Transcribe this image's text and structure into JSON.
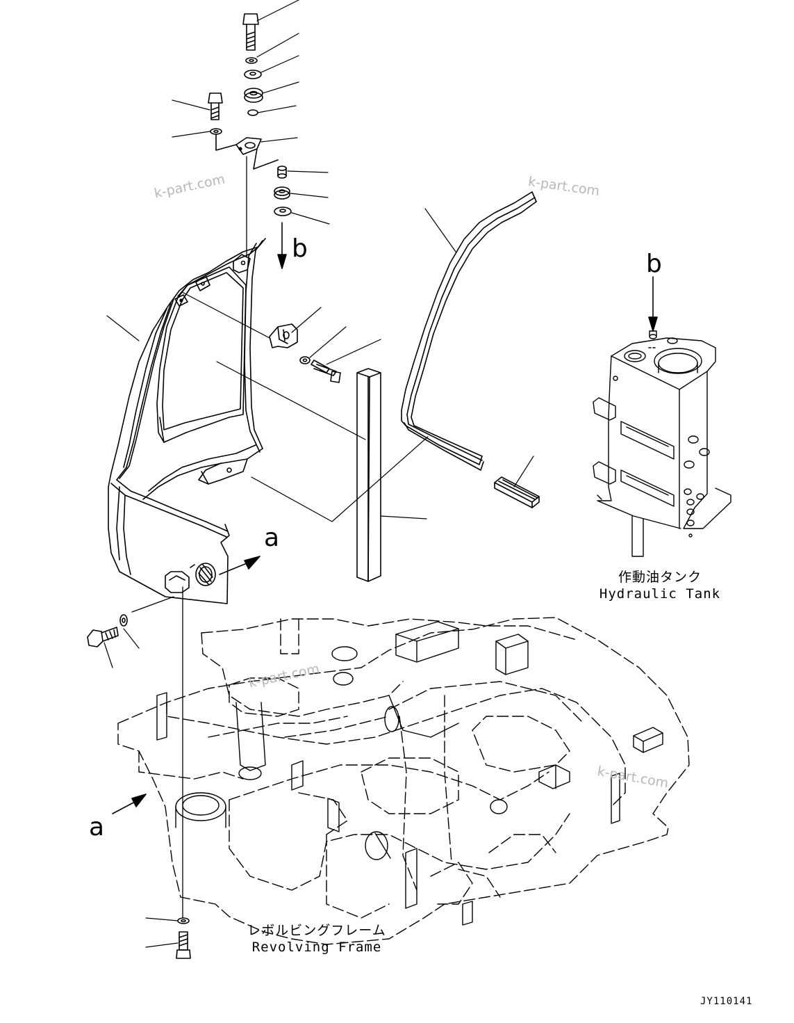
{
  "watermarks": [
    "k-part.com",
    "k-part.com",
    "k-part.com",
    "k-part.com"
  ],
  "callouts": {
    "b_upper": "b",
    "b_tank": "b",
    "a_cover": "a",
    "a_frame": "a"
  },
  "labels": {
    "hydraulic_tank_jp": "作動油タンク",
    "hydraulic_tank_en": "Hydraulic Tank",
    "revolving_frame_jp": "レボルビングフレーム",
    "revolving_frame_en": "Revolving Frame"
  },
  "document_number": "JY110141"
}
